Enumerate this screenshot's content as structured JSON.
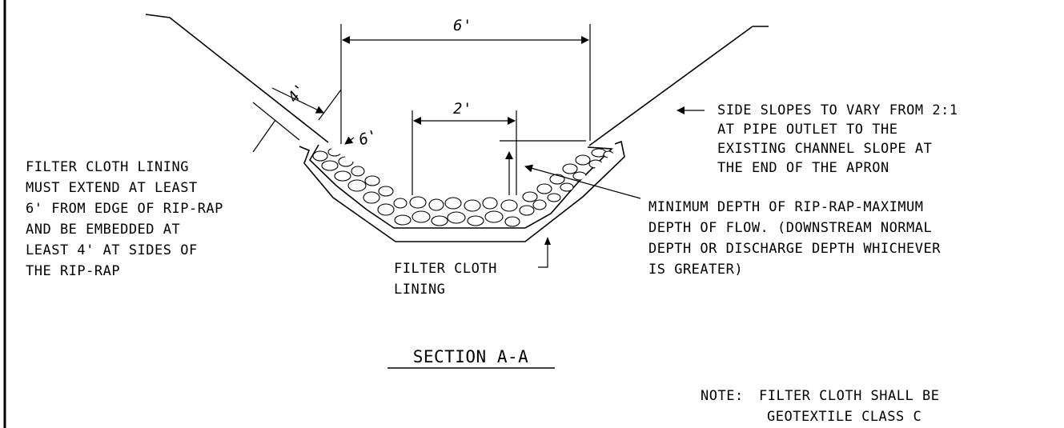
{
  "dimensions": {
    "top_width": "6'",
    "bottom_width": "2'",
    "embed_depth": "4'",
    "extend_width": "6'"
  },
  "callouts": {
    "side_slopes": [
      "SIDE SLOPES TO VARY FROM 2:1",
      "AT PIPE OUTLET TO THE",
      "EXISTING CHANNEL SLOPE AT",
      "THE END OF THE APRON"
    ],
    "filter_cloth_extend": [
      "FILTER CLOTH LINING",
      "MUST EXTEND AT LEAST",
      "6' FROM EDGE OF RIP-RAP",
      "AND BE EMBEDDED AT",
      "LEAST 4' AT SIDES OF",
      "THE RIP-RAP"
    ],
    "minimum_depth": [
      "MINIMUM DEPTH OF RIP-RAP-MAXIMUM",
      "DEPTH OF FLOW. (DOWNSTREAM NORMAL",
      "DEPTH OR DISCHARGE DEPTH WHICHEVER",
      "IS GREATER)"
    ],
    "filter_cloth_lining": [
      "FILTER CLOTH",
      "LINING"
    ]
  },
  "section_title": "SECTION A-A",
  "note": {
    "label": "NOTE:",
    "lines": [
      "FILTER CLOTH SHALL BE",
      "GEOTEXTILE CLASS C"
    ]
  }
}
